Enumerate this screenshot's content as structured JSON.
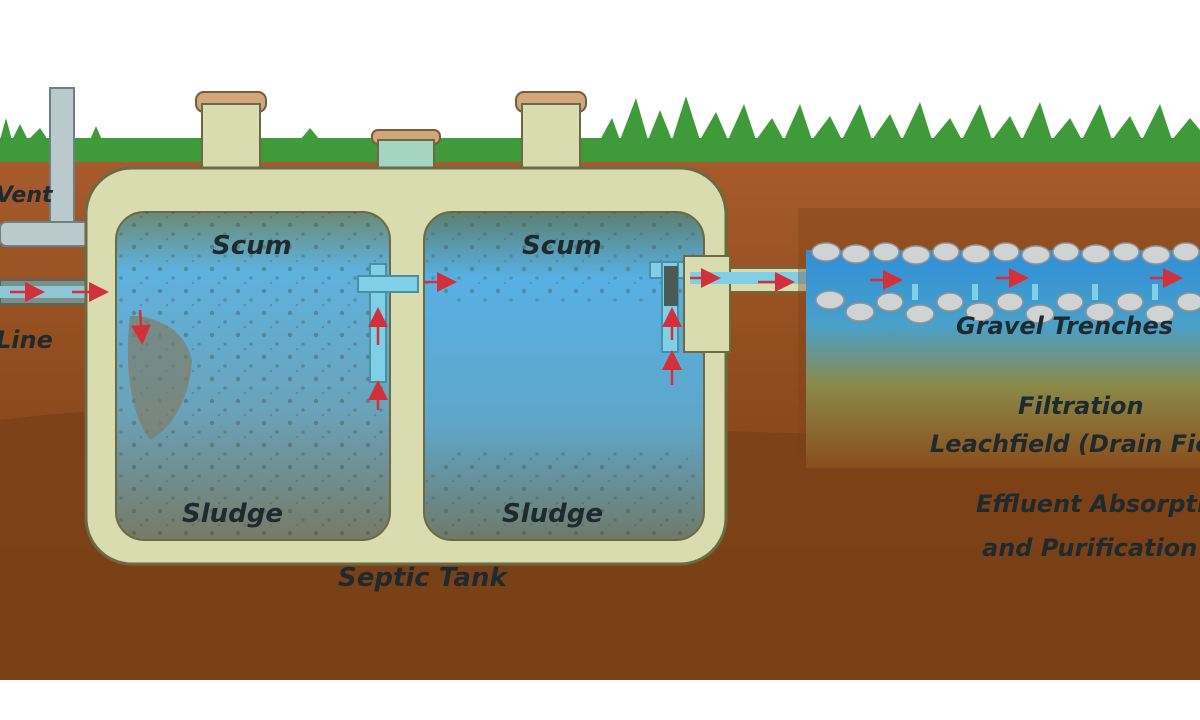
{
  "labels": {
    "vent": "Vent",
    "inlet_line": "Line",
    "scum_left": "Scum",
    "scum_right": "Scum",
    "sludge_left": "Sludge",
    "sludge_right": "Sludge",
    "septic_tank": "Septic Tank",
    "gravel_trenches": "Gravel Trenches",
    "filtration": "Filtration",
    "leachfield": "Leachfield (Drain Field",
    "effluent_line1": "Effluent Absorptio",
    "effluent_line2": "and Purification"
  },
  "colors": {
    "sky": "#ffffff",
    "grass": "#3f9a3a",
    "soil_top": "#a0582e",
    "soil_deep": "#7a4116",
    "tank_shell": "#d9dcae",
    "tank_outline": "#6b6a45",
    "water_top": "#5fb2df",
    "water_bottom": "#7a7f6c",
    "pipe": "#7fd0e6",
    "vent_pipe": "#b9c9cc",
    "flow_arrow": "#d2303a",
    "gravel": "#cfd3d4",
    "text": "#1f2a2e"
  }
}
